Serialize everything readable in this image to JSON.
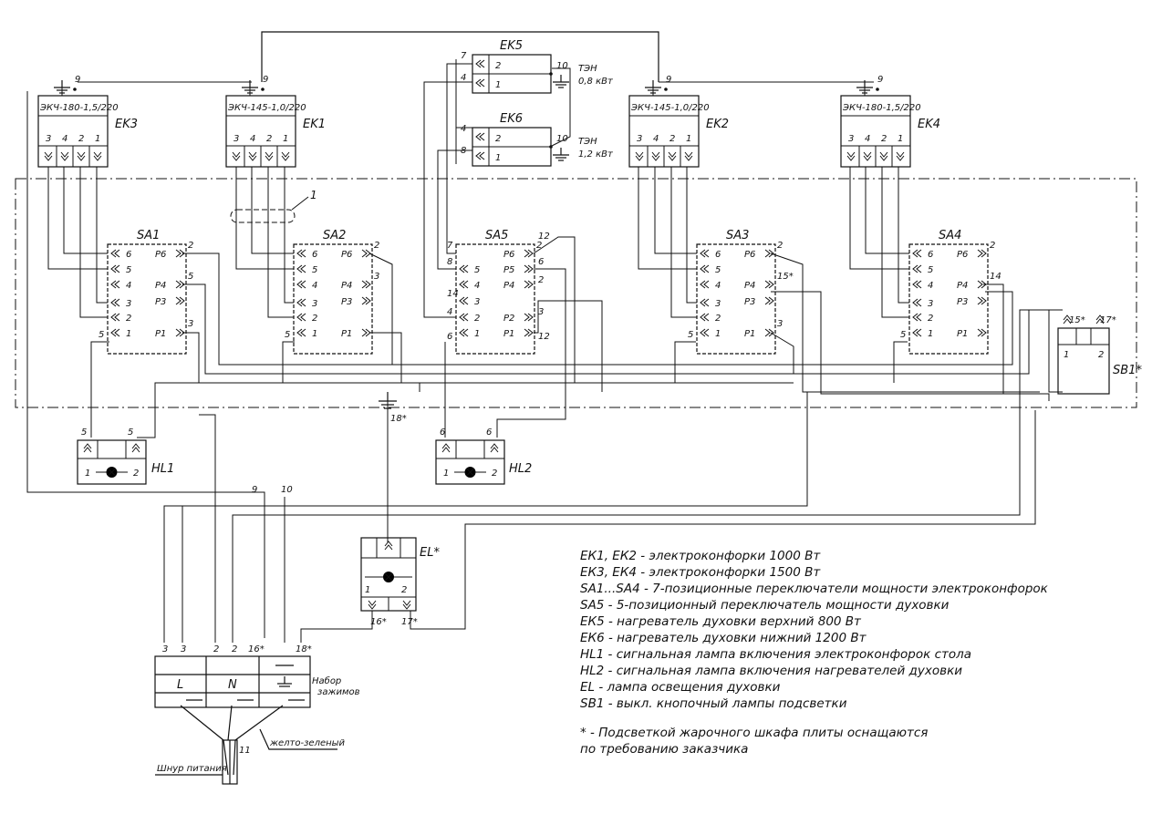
{
  "hotplates": [
    {
      "id": "EK3",
      "model": "ЭКЧ-180-1,5/220",
      "pins": [
        "3",
        "4",
        "2",
        "1"
      ],
      "earth_pin": "9"
    },
    {
      "id": "EK1",
      "model": "ЭКЧ-145-1,0/220",
      "pins": [
        "3",
        "4",
        "2",
        "1"
      ],
      "earth_pin": "9"
    },
    {
      "id": "EK2",
      "model": "ЭКЧ-145-1,0/220",
      "pins": [
        "3",
        "4",
        "2",
        "1"
      ],
      "earth_pin": "9"
    },
    {
      "id": "EK4",
      "model": "ЭКЧ-180-1,5/220",
      "pins": [
        "3",
        "4",
        "2",
        "1"
      ],
      "earth_pin": "9"
    }
  ],
  "oven_heaters": [
    {
      "id": "EK5",
      "pins": [
        "2",
        "1"
      ],
      "left_pins": [
        "7",
        "4"
      ],
      "right_pin": "10",
      "rating": [
        "ТЭН",
        "0,8 кВт"
      ]
    },
    {
      "id": "EK6",
      "pins": [
        "2",
        "1"
      ],
      "left_pins": [
        "4",
        "8"
      ],
      "right_pin": "10",
      "rating": [
        "ТЭН",
        "1,2 кВт"
      ]
    }
  ],
  "switches": [
    {
      "id": "SA1",
      "left": [
        "6",
        "5",
        "4",
        "3",
        "2",
        "1"
      ],
      "right": [
        "P6",
        "P4",
        "P3",
        "P1"
      ],
      "out": [
        "2",
        "5",
        "3"
      ],
      "in": "5"
    },
    {
      "id": "SA2",
      "left": [
        "6",
        "5",
        "4",
        "3",
        "2",
        "1"
      ],
      "right": [
        "P6",
        "P4",
        "P3",
        "P1"
      ],
      "out": [
        "2",
        "3"
      ],
      "in": "5"
    },
    {
      "id": "SA5",
      "left": [
        "5",
        "4",
        "3",
        "2",
        "1"
      ],
      "right": [
        "P6",
        "P5",
        "P4",
        "P2",
        "P1"
      ],
      "right_nums": [
        "12",
        "6",
        "2",
        "3",
        "12"
      ],
      "out": [
        "2"
      ],
      "left_nums": [
        "7",
        "8",
        "14",
        "4",
        "6"
      ]
    },
    {
      "id": "SA3",
      "left": [
        "6",
        "5",
        "4",
        "3",
        "2",
        "1"
      ],
      "right": [
        "P6",
        "P4",
        "P3",
        "P1"
      ],
      "out": [
        "2",
        "15*",
        "3"
      ],
      "in": "5"
    },
    {
      "id": "SA4",
      "left": [
        "6",
        "5",
        "4",
        "3",
        "2",
        "1"
      ],
      "right": [
        "P6",
        "P4",
        "P3",
        "P1"
      ],
      "out": [
        "2",
        "14"
      ],
      "in": "5"
    }
  ],
  "lamps": [
    {
      "id": "HL1",
      "pins": [
        "1",
        "2"
      ],
      "top_pins": [
        "5",
        "5"
      ]
    },
    {
      "id": "HL2",
      "pins": [
        "1",
        "2"
      ],
      "top_pins": [
        "6",
        "6"
      ]
    },
    {
      "id": "EL*",
      "pins": [
        "1",
        "2"
      ],
      "bottom_pins": [
        "16*",
        "17*"
      ]
    }
  ],
  "button": {
    "id": "SB1*",
    "pins": [
      "1",
      "2"
    ],
    "top_pins": [
      "15*",
      "17*"
    ]
  },
  "labels": {
    "harness_mark": "1",
    "oven_earth_wire": "18*",
    "wire_9": "9",
    "wire_10": "10",
    "terminal_top": [
      "3",
      "3",
      "2",
      "2",
      "16*",
      "18*"
    ],
    "terminal_L": "L",
    "terminal_N": "N",
    "terminal_block": "Набор зажимов",
    "yellow_green": "желто-зеленый",
    "cord_label": "Шнур питания",
    "cord_num": "11"
  },
  "legend": [
    "ЕК1, ЕК2 - электроконфорки 1000 Вт",
    "ЕК3, ЕК4 - электроконфорки 1500 Вт",
    "SA1...SA4 - 7-позиционные переключатели мощности электроконфорок",
    "SA5 - 5-позиционный переключатель мощности духовки",
    "ЕК5 - нагреватель духовки верхний 800 Вт",
    "ЕК6 - нагреватель духовки нижний 1200 Вт",
    "HL1 - сигнальная лампа включения электроконфорок стола",
    "HL2 - сигнальная лампа включения нагревателей духовки",
    "EL - лампа освещения духовки",
    "SB1 - выкл. кнопочный лампы подсветки"
  ],
  "footnote": [
    "* - Подсветкой жарочного шкафа плиты оснащаются",
    "по требованию заказчика"
  ]
}
